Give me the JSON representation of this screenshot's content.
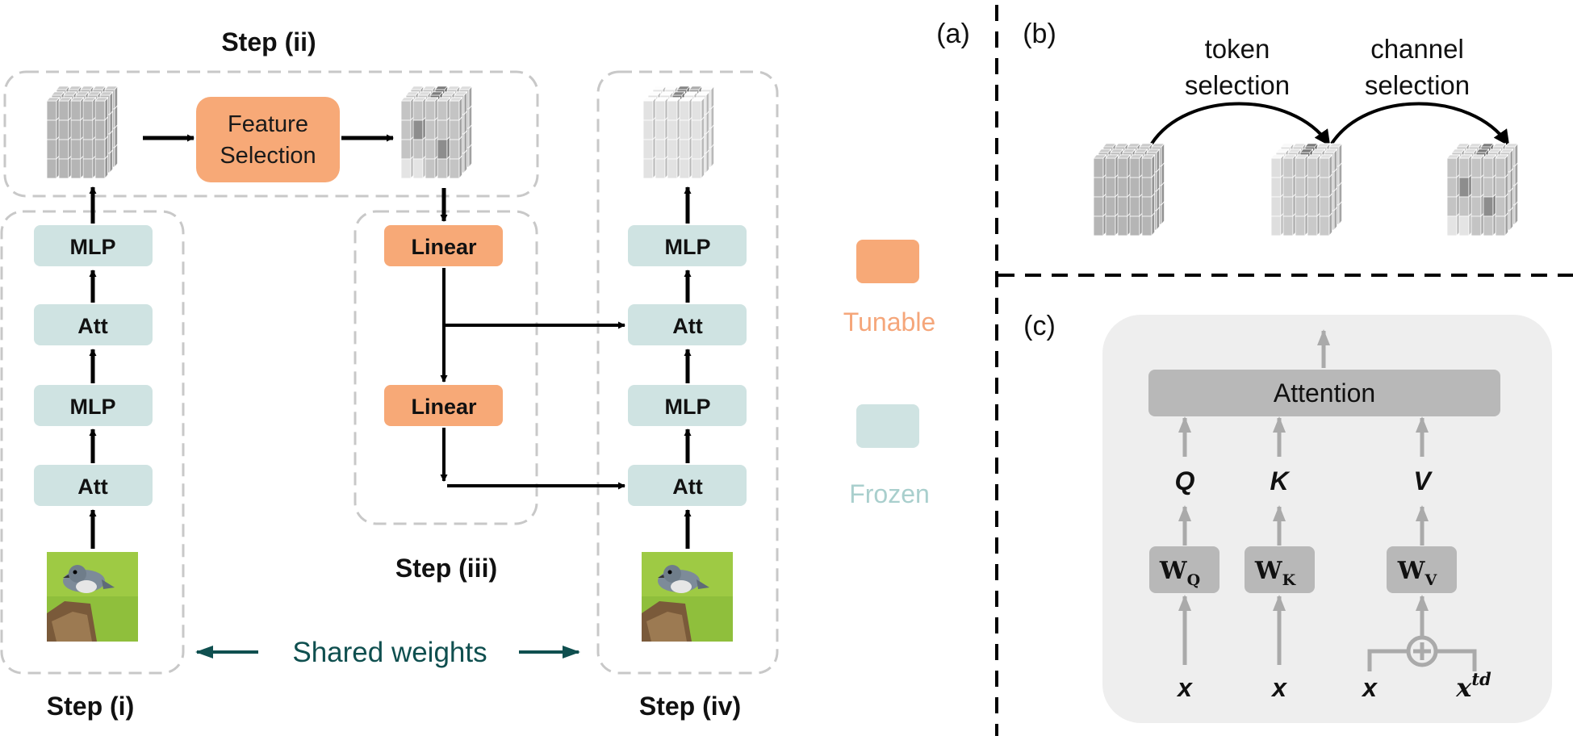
{
  "panel_a": {
    "panel_label": "(a)",
    "steps": {
      "step_i": "Step (i)",
      "step_ii": "Step (ii)",
      "step_iii": "Step (iii)",
      "step_iv": "Step (iv)"
    },
    "left_column": [
      "MLP",
      "Att",
      "MLP",
      "Att"
    ],
    "right_column": [
      "MLP",
      "Att",
      "MLP",
      "Att"
    ],
    "feature_selection": [
      "Feature",
      "Selection"
    ],
    "linear_top": "Linear",
    "linear_bottom": "Linear",
    "shared_weights": "Shared weights",
    "legend": {
      "tunable": "Tunable",
      "frozen": "Frozen"
    }
  },
  "panel_b": {
    "panel_label": "(b)",
    "token_selection": [
      "token",
      "selection"
    ],
    "channel_selection": [
      "channel",
      "selection"
    ]
  },
  "panel_c": {
    "panel_label": "(c)",
    "attention": "Attention",
    "projections": [
      {
        "symbol": "Q",
        "weight": "W",
        "sub": "Q",
        "input": "x"
      },
      {
        "symbol": "K",
        "weight": "W",
        "sub": "K",
        "input": "x"
      },
      {
        "symbol": "V",
        "weight": "W",
        "sub": "V",
        "input": "x",
        "extra_input": "x",
        "extra_sup": "td"
      }
    ]
  },
  "colors": {
    "tunable": "#f7a977",
    "frozen": "#cfe3e2",
    "tunable_text": "#f5a67a",
    "frozen_text": "#a9cfcd",
    "shared_weights": "#0f4f4f",
    "panel_c_bg": "#eeeeee",
    "panel_c_block": "#b8b8b8"
  }
}
